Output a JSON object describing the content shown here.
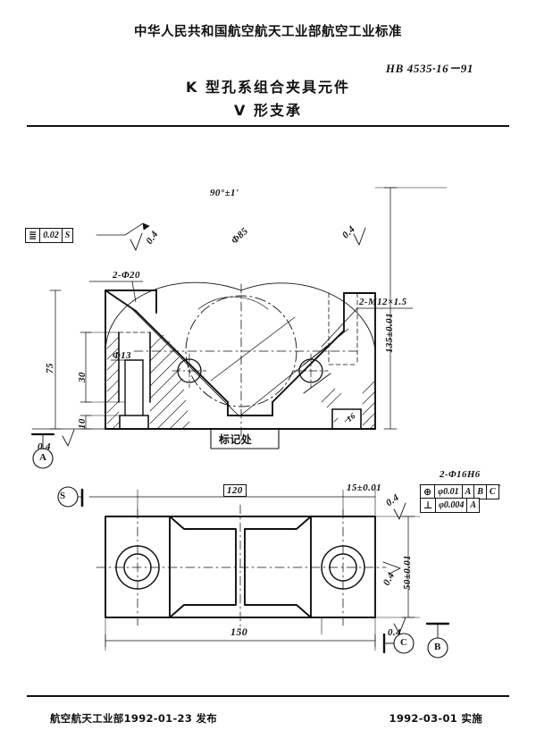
{
  "header": {
    "org_line": "中华人民共和国航空航天工业部航空工业标准",
    "standard_no": "HB 4535·16－91",
    "title": "K 型孔系组合夹具元件",
    "subtitle": "V 形支承"
  },
  "footer": {
    "issue": "航空航天工业部1992-01-23  发布",
    "effective": "1992-03-01  实施"
  },
  "drawing": {
    "front_view": {
      "angle_v_groove": "90°±1'",
      "ref_circle": "Φ85",
      "counterbore_callout": "2-Φ20",
      "thread_callout": "2-M12×1.5",
      "bore_dia": "Φ13",
      "height_total": "135±0.01",
      "height_step": "75",
      "depth_counterbore": "30",
      "depth_bottom": "10",
      "mark_note": "标记处",
      "small_detail": "16"
    },
    "bottom_view": {
      "length": "150",
      "basic_width": "120",
      "edge_dim": "15±0.01",
      "height": "50±0.01"
    },
    "roughness": {
      "value": "0.4"
    },
    "datums": {
      "a": "A",
      "b": "B",
      "c": "C",
      "s": "S"
    },
    "tolerances": {
      "symmetry": {
        "symbol": "symmetry",
        "value": "0.02",
        "datum": "S"
      },
      "hole_callout": "2-Φ16H6",
      "position": {
        "symbol": "position",
        "value": "φ0.01",
        "datum1": "A",
        "datum2": "B",
        "datum3": "C"
      },
      "perpendicularity": {
        "symbol": "perpendicularity",
        "value": "φ0.004",
        "datum1": "A"
      }
    }
  }
}
